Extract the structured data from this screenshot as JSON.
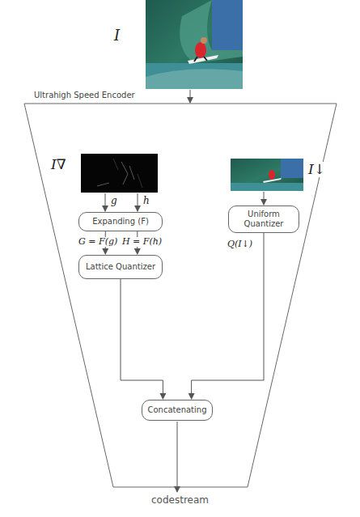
{
  "diagram": {
    "nodes": [
      {
        "text": [
          "Ultrahigh Speed Encoder"
        ]
      },
      {
        "text": [
          "Expanding (F)"
        ],
        "in": 0
      },
      {
        "text": [
          "Lattice Quantizer"
        ],
        "in": 0
      },
      {
        "text": [
          "Uniform Quantizer"
        ],
        "in": 0
      },
      {
        "text": [
          "Concatenating"
        ],
        "in": 0
      }
    ],
    "edges": [
      {
        "from": 1,
        "to": 2,
        "arrow": "to",
        "label": "G = F(g)"
      },
      {
        "from": 1,
        "to": 2,
        "arrow": "to",
        "label": "H = F(h)"
      },
      {
        "from": 2,
        "to": 4,
        "arrow": "to"
      },
      {
        "from": 3,
        "to": 4,
        "arrow": "to",
        "label": "Q(I↓)"
      }
    ],
    "labels": [
      "I",
      "I∇",
      "I↓",
      "g",
      "h",
      "codestream"
    ]
  }
}
